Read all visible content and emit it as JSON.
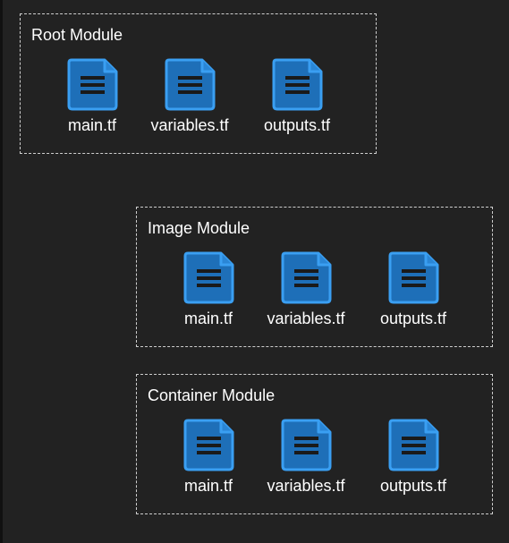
{
  "theme": {
    "background": "#222222",
    "border": "#cfcfcf",
    "text": "#ffffff",
    "icon_fill": "#1e6fb8",
    "icon_stroke": "#3a9ff2",
    "icon_lines": "#1a1a1a"
  },
  "modules": [
    {
      "title": "Root Module",
      "files": [
        {
          "name": "main.tf",
          "icon": "file-document-icon"
        },
        {
          "name": "variables.tf",
          "icon": "file-document-icon"
        },
        {
          "name": "outputs.tf",
          "icon": "file-document-icon"
        }
      ]
    },
    {
      "title": "Image Module",
      "files": [
        {
          "name": "main.tf",
          "icon": "file-document-icon"
        },
        {
          "name": "variables.tf",
          "icon": "file-document-icon"
        },
        {
          "name": "outputs.tf",
          "icon": "file-document-icon"
        }
      ]
    },
    {
      "title": "Container Module",
      "files": [
        {
          "name": "main.tf",
          "icon": "file-document-icon"
        },
        {
          "name": "variables.tf",
          "icon": "file-document-icon"
        },
        {
          "name": "outputs.tf",
          "icon": "file-document-icon"
        }
      ]
    }
  ]
}
